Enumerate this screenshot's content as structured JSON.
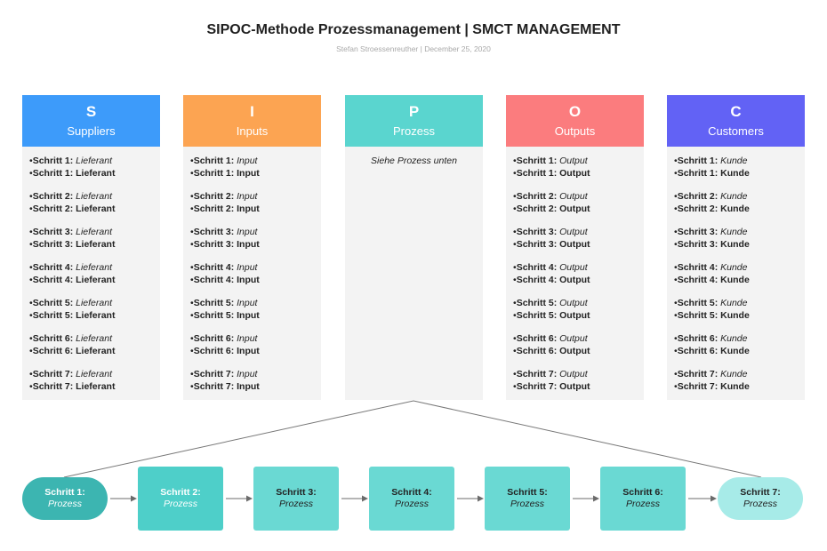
{
  "header": {
    "title": "SIPOC-Methode Prozessmanagement  | SMCT MANAGEMENT",
    "subtitle": "Stefan Stroessenreuther  |  December 25, 2020"
  },
  "colors": {
    "suppliers": "#3d9bfa",
    "inputs": "#fca452",
    "prozess": "#5ad5cf",
    "outputs": "#fb7c7e",
    "customers": "#6262f5",
    "column_bg": "#f3f3f3",
    "connector": "#6b6b6b",
    "step_colors": [
      "#3cb5b1",
      "#4ecfc9",
      "#6ad9d3",
      "#6ad9d3",
      "#6ad9d3",
      "#6ad9d3",
      "#a7ebe8"
    ]
  },
  "columns": [
    {
      "letter": "S",
      "name": "Suppliers",
      "items": [
        {
          "l1": "Schritt 1:",
          "v1": "Lieferant",
          "l2": "Schritt 1:",
          "v2": "Lieferant"
        },
        {
          "l1": "Schritt 2:",
          "v1": "Lieferant",
          "l2": "Schritt 2:",
          "v2": "Lieferant"
        },
        {
          "l1": "Schritt 3:",
          "v1": "Lieferant",
          "l2": "Schritt 3:",
          "v2": "Lieferant"
        },
        {
          "l1": "Schritt 4:",
          "v1": "Lieferant",
          "l2": "Schritt 4:",
          "v2": "Lieferant"
        },
        {
          "l1": "Schritt 5:",
          "v1": "Lieferant",
          "l2": "Schritt 5:",
          "v2": "Lieferant"
        },
        {
          "l1": "Schritt 6:",
          "v1": "Lieferant",
          "l2": "Schritt 6:",
          "v2": "Lieferant"
        },
        {
          "l1": "Schritt 7:",
          "v1": "Lieferant",
          "l2": "Schritt 7:",
          "v2": "Lieferant"
        }
      ]
    },
    {
      "letter": "I",
      "name": "Inputs",
      "items": [
        {
          "l1": "Schritt 1:",
          "v1": "Input",
          "l2": "Schritt 1:",
          "v2": "Input"
        },
        {
          "l1": "Schritt 2:",
          "v1": "Input",
          "l2": "Schritt 2:",
          "v2": "Input"
        },
        {
          "l1": "Schritt 3:",
          "v1": "Input",
          "l2": "Schritt 3:",
          "v2": "Input"
        },
        {
          "l1": "Schritt 4:",
          "v1": "Input",
          "l2": "Schritt 4:",
          "v2": "Input"
        },
        {
          "l1": "Schritt 5:",
          "v1": "Input",
          "l2": "Schritt 5:",
          "v2": "Input"
        },
        {
          "l1": "Schritt 6:",
          "v1": "Input",
          "l2": "Schritt 6:",
          "v2": "Input"
        },
        {
          "l1": "Schritt 7:",
          "v1": "Input",
          "l2": "Schritt 7:",
          "v2": "Input"
        }
      ]
    },
    {
      "letter": "P",
      "name": "Prozess",
      "note": "Siehe Prozess unten"
    },
    {
      "letter": "O",
      "name": "Outputs",
      "items": [
        {
          "l1": "Schritt 1:",
          "v1": "Output",
          "l2": "Schritt 1:",
          "v2": "Output"
        },
        {
          "l1": "Schritt 2:",
          "v1": "Output",
          "l2": "Schritt 2:",
          "v2": "Output"
        },
        {
          "l1": "Schritt 3:",
          "v1": "Output",
          "l2": "Schritt 3:",
          "v2": "Output"
        },
        {
          "l1": "Schritt 4:",
          "v1": "Output",
          "l2": "Schritt 4:",
          "v2": "Output"
        },
        {
          "l1": "Schritt 5:",
          "v1": "Output",
          "l2": "Schritt 5:",
          "v2": "Output"
        },
        {
          "l1": "Schritt 6:",
          "v1": "Output",
          "l2": "Schritt 6:",
          "v2": "Output"
        },
        {
          "l1": "Schritt 7:",
          "v1": "Output",
          "l2": "Schritt 7:",
          "v2": "Output"
        }
      ]
    },
    {
      "letter": "C",
      "name": "Customers",
      "items": [
        {
          "l1": "Schritt 1:",
          "v1": "Kunde",
          "l2": "Schritt 1:",
          "v2": "Kunde"
        },
        {
          "l1": "Schritt 2:",
          "v1": "Kunde",
          "l2": "Schritt 2:",
          "v2": "Kunde"
        },
        {
          "l1": "Schritt 3:",
          "v1": "Kunde",
          "l2": "Schritt 3:",
          "v2": "Kunde"
        },
        {
          "l1": "Schritt 4:",
          "v1": "Kunde",
          "l2": "Schritt 4:",
          "v2": "Kunde"
        },
        {
          "l1": "Schritt 5:",
          "v1": "Kunde",
          "l2": "Schritt 5:",
          "v2": "Kunde"
        },
        {
          "l1": "Schritt 6:",
          "v1": "Kunde",
          "l2": "Schritt 6:",
          "v2": "Kunde"
        },
        {
          "l1": "Schritt 7:",
          "v1": "Kunde",
          "l2": "Schritt 7:",
          "v2": "Kunde"
        }
      ]
    }
  ],
  "process_steps": [
    {
      "name": "Schritt 1:",
      "value": "Prozess"
    },
    {
      "name": "Schritt 2:",
      "value": "Prozess"
    },
    {
      "name": "Schritt 3:",
      "value": "Prozess"
    },
    {
      "name": "Schritt 4:",
      "value": "Prozess"
    },
    {
      "name": "Schritt 5:",
      "value": "Prozess"
    },
    {
      "name": "Schritt 6:",
      "value": "Prozess"
    },
    {
      "name": "Schritt 7:",
      "value": "Prozess"
    }
  ]
}
